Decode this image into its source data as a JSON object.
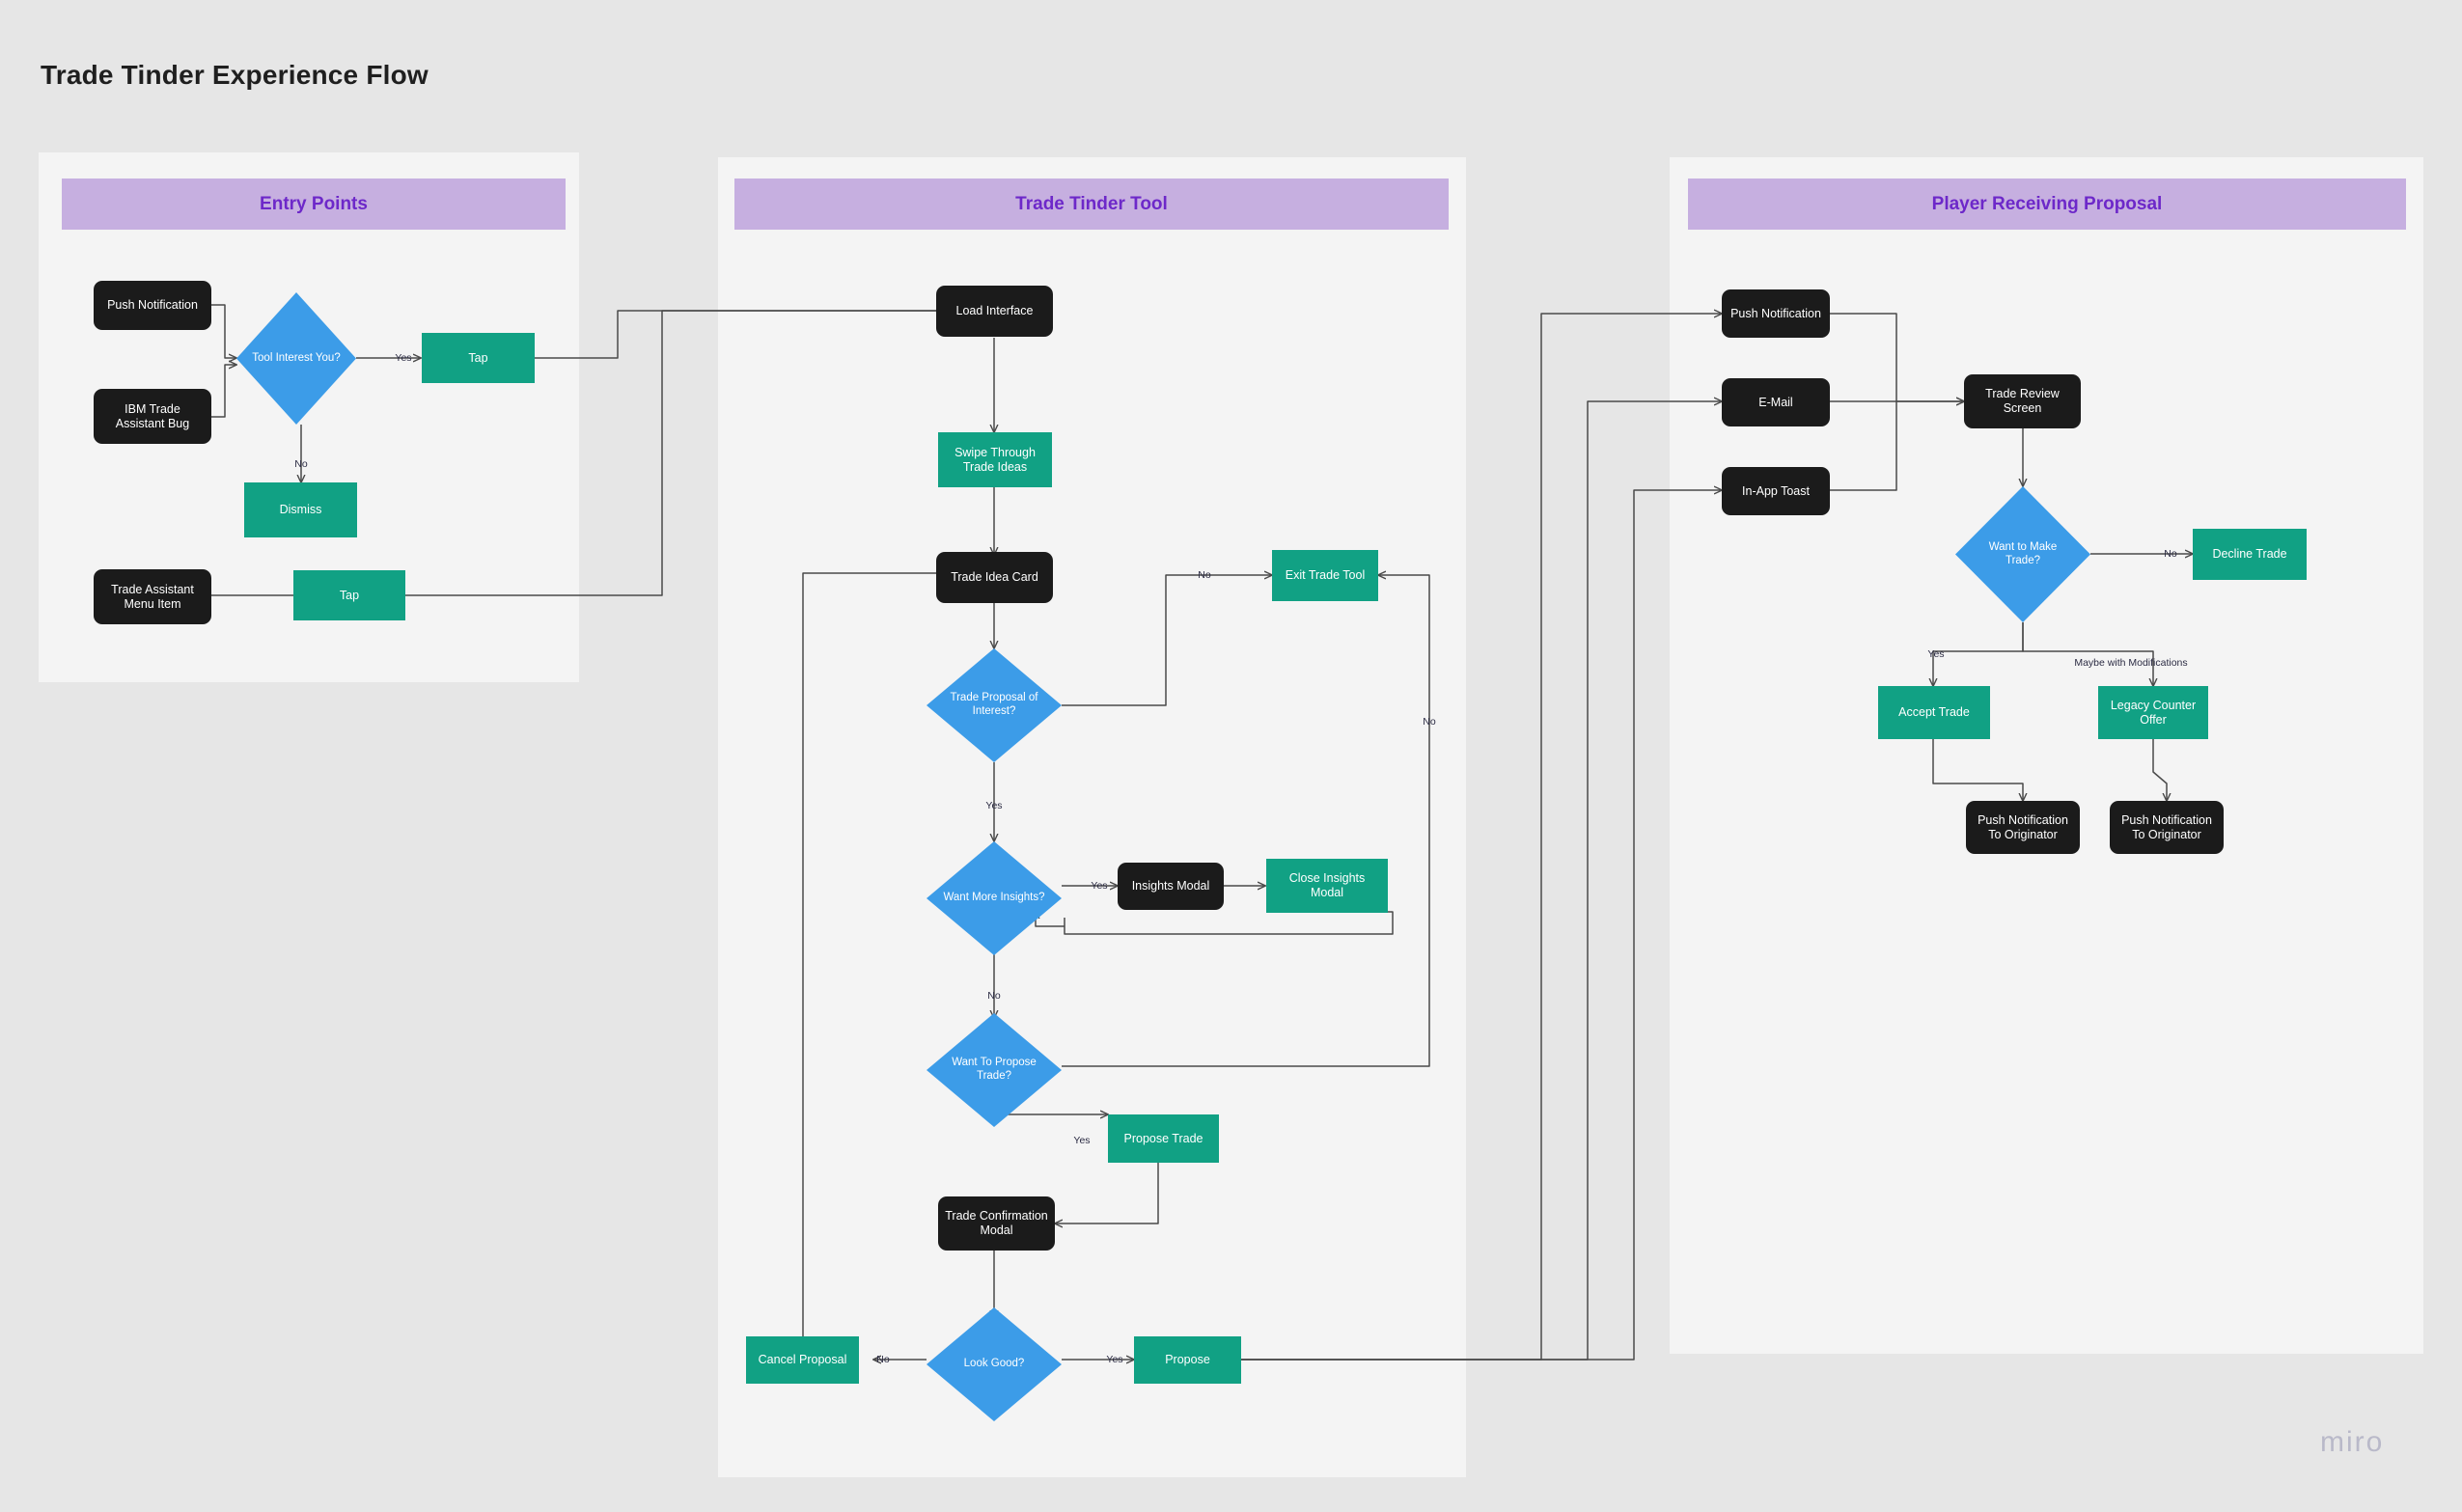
{
  "page": {
    "title": "Trade Tinder Experience Flow",
    "watermark": "miro"
  },
  "colors": {
    "canvas": "#e6e6e6",
    "panel": "#f4f4f4",
    "header_band": "#c6afe0",
    "header_text": "#6d28c9",
    "terminal_black": "#1b1b1b",
    "action_green": "#11a184",
    "decision_blue": "#3c9ce8",
    "edge": "#4a4a4a"
  },
  "panels": [
    {
      "id": "entry",
      "title": "Entry Points"
    },
    {
      "id": "tool",
      "title": "Trade Tinder Tool"
    },
    {
      "id": "receiver",
      "title": "Player Receiving Proposal"
    }
  ],
  "nodes": {
    "entry": [
      {
        "id": "push-notification",
        "label": "Push Notification",
        "shape": "black"
      },
      {
        "id": "ibm-trade-assistant-bug",
        "label": "IBM Trade Assistant Bug",
        "shape": "black"
      },
      {
        "id": "tool-interest-you",
        "label": "Tool Interest You?",
        "shape": "diamond"
      },
      {
        "id": "tap-top",
        "label": "Tap",
        "shape": "green"
      },
      {
        "id": "dismiss",
        "label": "Dismiss",
        "shape": "green"
      },
      {
        "id": "trade-assistant-menu-item",
        "label": "Trade Assistant Menu Item",
        "shape": "black"
      },
      {
        "id": "tap-bottom",
        "label": "Tap",
        "shape": "green"
      }
    ],
    "tool": [
      {
        "id": "load-interface",
        "label": "Load Interface",
        "shape": "black"
      },
      {
        "id": "swipe-through-trade-ideas",
        "label": "Swipe Through Trade Ideas",
        "shape": "green"
      },
      {
        "id": "trade-idea-card",
        "label": "Trade Idea Card",
        "shape": "black"
      },
      {
        "id": "exit-trade-tool",
        "label": "Exit Trade Tool",
        "shape": "green"
      },
      {
        "id": "trade-proposal-of-interest",
        "label": "Trade Proposal of Interest?",
        "shape": "diamond"
      },
      {
        "id": "want-more-insights",
        "label": "Want More Insights?",
        "shape": "diamond"
      },
      {
        "id": "insights-modal",
        "label": "Insights Modal",
        "shape": "black"
      },
      {
        "id": "close-insights-modal",
        "label": "Close Insights Modal",
        "shape": "green"
      },
      {
        "id": "want-to-propose-trade",
        "label": "Want To Propose Trade?",
        "shape": "diamond"
      },
      {
        "id": "propose-trade",
        "label": "Propose Trade",
        "shape": "green"
      },
      {
        "id": "trade-confirmation-modal",
        "label": "Trade Confirmation Modal",
        "shape": "black"
      },
      {
        "id": "look-good",
        "label": "Look Good?",
        "shape": "diamond"
      },
      {
        "id": "cancel-proposal",
        "label": "Cancel Proposal",
        "shape": "green"
      },
      {
        "id": "propose",
        "label": "Propose",
        "shape": "green"
      }
    ],
    "receiver": [
      {
        "id": "r-push-notification",
        "label": "Push Notification",
        "shape": "black"
      },
      {
        "id": "r-email",
        "label": "E-Mail",
        "shape": "black"
      },
      {
        "id": "r-in-app-toast",
        "label": "In-App Toast",
        "shape": "black"
      },
      {
        "id": "trade-review-screen",
        "label": "Trade Review Screen",
        "shape": "black"
      },
      {
        "id": "want-to-make-trade",
        "label": "Want to Make Trade?",
        "shape": "diamond"
      },
      {
        "id": "decline-trade",
        "label": "Decline Trade",
        "shape": "green"
      },
      {
        "id": "accept-trade",
        "label": "Accept Trade",
        "shape": "green"
      },
      {
        "id": "legacy-counter-offer",
        "label": "Legacy Counter Offer",
        "shape": "green"
      },
      {
        "id": "push-notification-to-originator-1",
        "label": "Push Notification To Originator",
        "shape": "black"
      },
      {
        "id": "push-notification-to-originator-2",
        "label": "Push Notification To Originator",
        "shape": "black"
      }
    ]
  },
  "edge_labels": [
    {
      "id": "el-yes-tool-interest",
      "text": "Yes"
    },
    {
      "id": "el-no-tool-interest",
      "text": "No"
    },
    {
      "id": "el-no-trade-proposal",
      "text": "No"
    },
    {
      "id": "el-yes-trade-proposal",
      "text": "Yes"
    },
    {
      "id": "el-yes-insights",
      "text": "Yes"
    },
    {
      "id": "el-no-insights",
      "text": "No"
    },
    {
      "id": "el-no-exit-loop",
      "text": "No"
    },
    {
      "id": "el-yes-propose-trade",
      "text": "Yes"
    },
    {
      "id": "el-no-look-good",
      "text": "No"
    },
    {
      "id": "el-yes-look-good",
      "text": "Yes"
    },
    {
      "id": "el-no-make-trade",
      "text": "No"
    },
    {
      "id": "el-yes-make-trade",
      "text": "Yes"
    },
    {
      "id": "el-maybe-modifications",
      "text": "Maybe with Modifications"
    }
  ]
}
